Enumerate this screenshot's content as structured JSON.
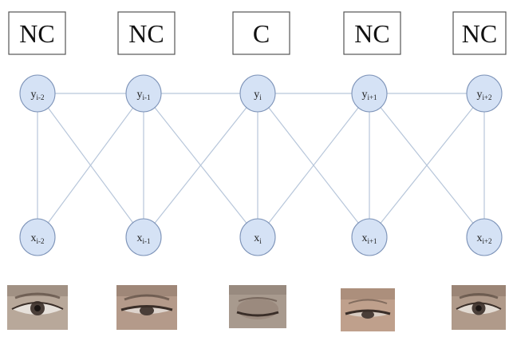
{
  "labels": [
    "NC",
    "NC",
    "C",
    "NC",
    "NC"
  ],
  "y_nodes": [
    {
      "base": "y",
      "sub": "i-2"
    },
    {
      "base": "y",
      "sub": "i-1"
    },
    {
      "base": "y",
      "sub": "i"
    },
    {
      "base": "y",
      "sub": "i+1"
    },
    {
      "base": "y",
      "sub": "i+2"
    }
  ],
  "x_nodes": [
    {
      "base": "x",
      "sub": "i-2"
    },
    {
      "base": "x",
      "sub": "i-1"
    },
    {
      "base": "x",
      "sub": "i"
    },
    {
      "base": "x",
      "sub": "i+1"
    },
    {
      "base": "x",
      "sub": "i+2"
    }
  ],
  "eyes": [
    {
      "state": "open",
      "skin": "#b8a89a"
    },
    {
      "state": "half-open",
      "skin": "#b49a8a"
    },
    {
      "state": "closed",
      "skin": "#a89a8e"
    },
    {
      "state": "half-open",
      "skin": "#bfa08c"
    },
    {
      "state": "open",
      "skin": "#b09a8a"
    }
  ],
  "colors": {
    "node_fill": "#d5e2f5",
    "node_stroke": "#7d93b8",
    "edge": "#b7c6da"
  }
}
